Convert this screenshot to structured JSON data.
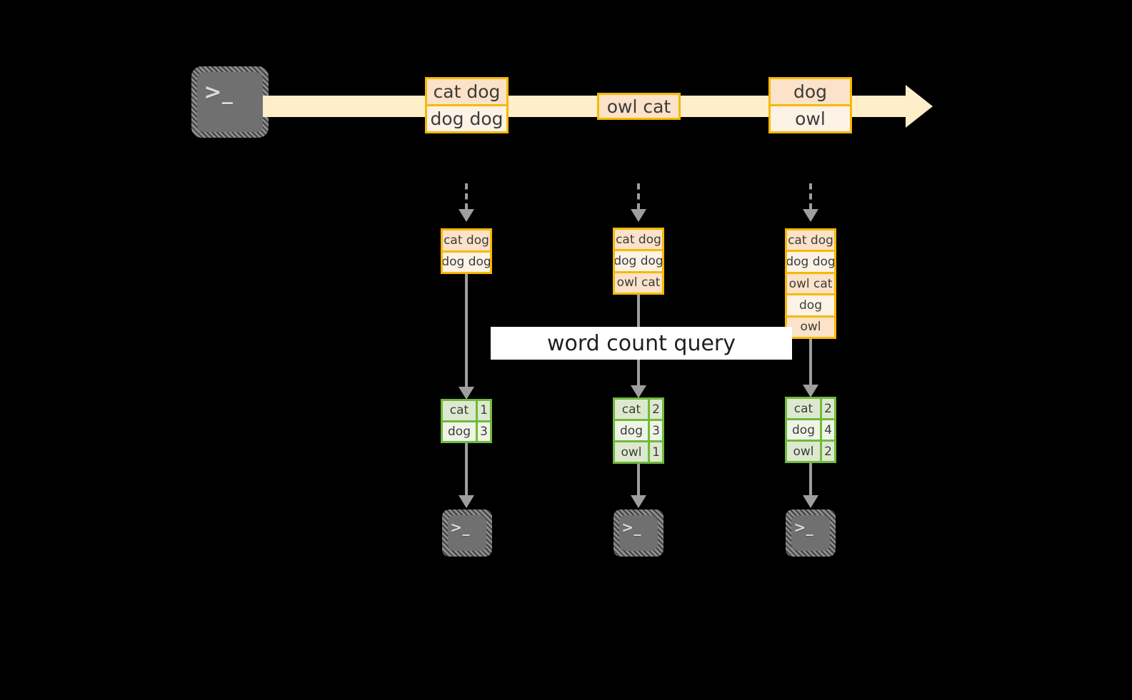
{
  "diagram": {
    "title": "word count streaming query",
    "background_color": "#000000",
    "accent_orange": "#f6b900",
    "accent_green": "#72b93d",
    "stream_color": "#feeec9",
    "connector_color": "#9e9e9e"
  },
  "source": {
    "icon": "terminal-icon",
    "prompt": ">_"
  },
  "stream": {
    "name": "input-event-stream",
    "events": [
      {
        "id": "event-1",
        "lines": [
          "cat dog",
          "dog dog"
        ]
      },
      {
        "id": "event-2",
        "lines": [
          "owl cat"
        ]
      },
      {
        "id": "event-3",
        "lines": [
          "dog",
          "owl"
        ]
      }
    ]
  },
  "query": {
    "label": "word count query"
  },
  "columns": [
    {
      "id": "trigger-1",
      "input_table": {
        "rows": [
          "cat dog",
          "dog dog"
        ]
      },
      "result_table": {
        "rows": [
          {
            "word": "cat",
            "count": "1"
          },
          {
            "word": "dog",
            "count": "3"
          }
        ]
      },
      "sink": {
        "icon": "terminal-icon",
        "prompt": ">_"
      }
    },
    {
      "id": "trigger-2",
      "input_table": {
        "rows": [
          "cat dog",
          "dog dog",
          "owl cat"
        ]
      },
      "result_table": {
        "rows": [
          {
            "word": "cat",
            "count": "2"
          },
          {
            "word": "dog",
            "count": "3"
          },
          {
            "word": "owl",
            "count": "1"
          }
        ]
      },
      "sink": {
        "icon": "terminal-icon",
        "prompt": ">_"
      }
    },
    {
      "id": "trigger-3",
      "input_table": {
        "rows": [
          "cat dog",
          "dog dog",
          "owl cat",
          "dog",
          "owl"
        ]
      },
      "result_table": {
        "rows": [
          {
            "word": "cat",
            "count": "2"
          },
          {
            "word": "dog",
            "count": "4"
          },
          {
            "word": "owl",
            "count": "2"
          }
        ]
      },
      "sink": {
        "icon": "terminal-icon",
        "prompt": ">_"
      }
    }
  ]
}
